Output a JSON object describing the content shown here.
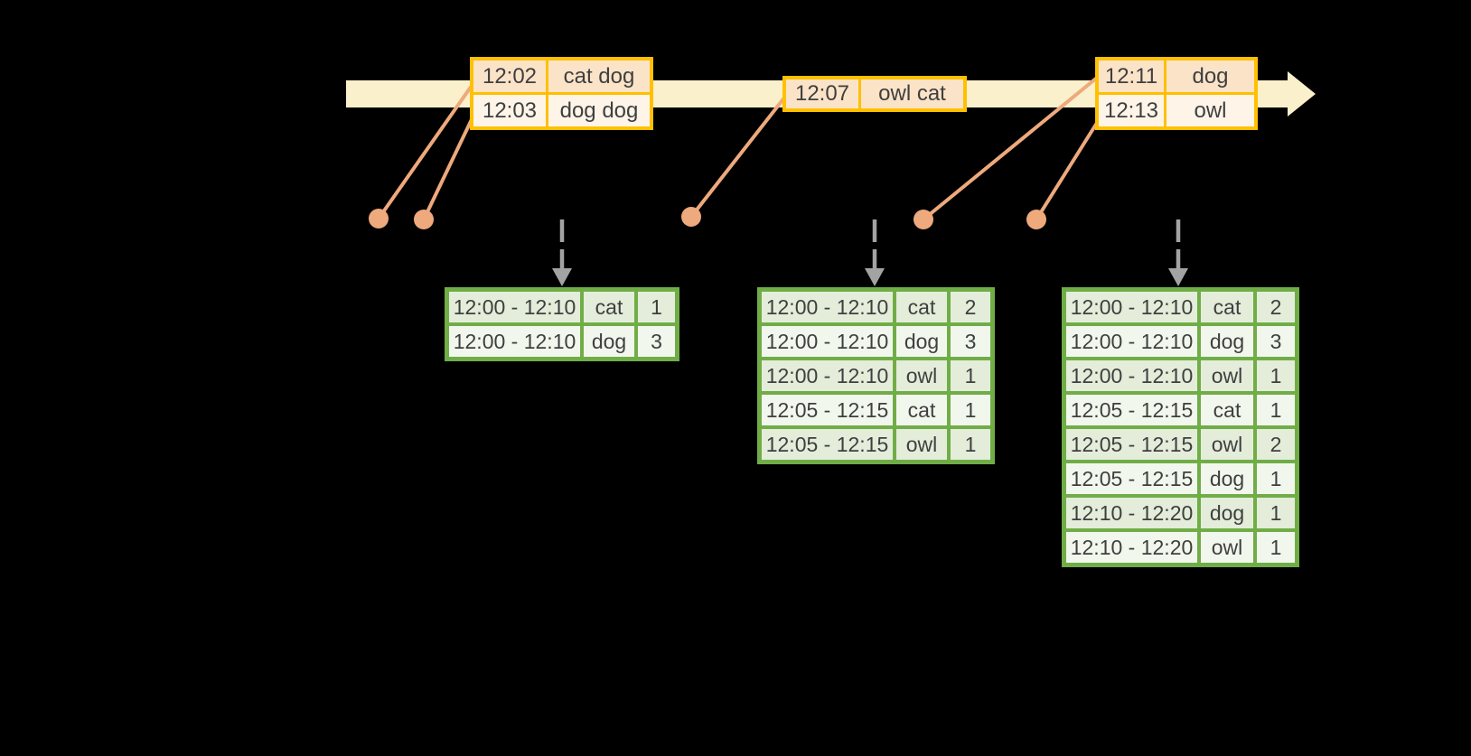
{
  "colors": {
    "background": "#000000",
    "timeline": "#FAF0CB",
    "event_table_border": "#FFC000",
    "event_row_dark": "#FBE3C8",
    "event_row_light": "#FEF4E8",
    "connector": "#EEA97C",
    "result_table_border": "#70AD47",
    "result_row_dark": "#E3EDDA",
    "result_row_light": "#F2F7EE",
    "trigger_arrow": "#A3A3A3",
    "text": "#3F3F3F"
  },
  "timeline": {
    "event_tables": [
      {
        "rows": [
          {
            "time": "12:02",
            "words": "cat dog"
          },
          {
            "time": "12:03",
            "words": "dog dog"
          }
        ]
      },
      {
        "rows": [
          {
            "time": "12:07",
            "words": "owl cat"
          }
        ]
      },
      {
        "rows": [
          {
            "time": "12:11",
            "words": "dog"
          },
          {
            "time": "12:13",
            "words": "owl"
          }
        ]
      }
    ]
  },
  "result_tables": [
    {
      "rows": [
        [
          "12:00 - 12:10",
          "cat",
          "1"
        ],
        [
          "12:00 - 12:10",
          "dog",
          "3"
        ]
      ]
    },
    {
      "rows": [
        [
          "12:00 - 12:10",
          "cat",
          "2"
        ],
        [
          "12:00 - 12:10",
          "dog",
          "3"
        ],
        [
          "12:00 - 12:10",
          "owl",
          "1"
        ],
        [
          "12:05 - 12:15",
          "cat",
          "1"
        ],
        [
          "12:05 - 12:15",
          "owl",
          "1"
        ]
      ]
    },
    {
      "rows": [
        [
          "12:00 - 12:10",
          "cat",
          "2"
        ],
        [
          "12:00 - 12:10",
          "dog",
          "3"
        ],
        [
          "12:00 - 12:10",
          "owl",
          "1"
        ],
        [
          "12:05 - 12:15",
          "cat",
          "1"
        ],
        [
          "12:05 - 12:15",
          "owl",
          "2"
        ],
        [
          "12:05 - 12:15",
          "dog",
          "1"
        ],
        [
          "12:10 - 12:20",
          "dog",
          "1"
        ],
        [
          "12:10 - 12:20",
          "owl",
          "1"
        ]
      ]
    }
  ]
}
